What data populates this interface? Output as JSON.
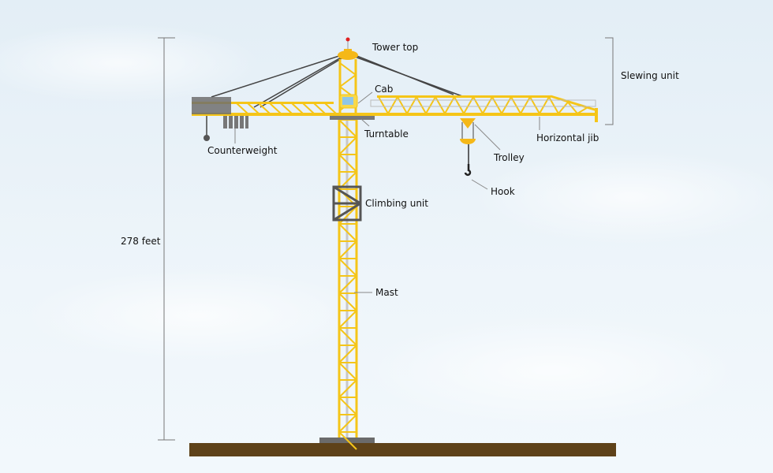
{
  "labels": {
    "tower_top": "Tower top",
    "cab": "Cab",
    "turntable": "Turntable",
    "counterweight": "Counterweight",
    "horizontal_jib": "Horizontal jib",
    "trolley": "Trolley",
    "hook": "Hook",
    "climbing_unit": "Climbing unit",
    "mast": "Mast",
    "slewing_unit": "Slewing unit",
    "height": "278 feet"
  },
  "colors": {
    "crane": "#f5c518",
    "crane_dark": "#e8a90c",
    "ground": "#5e4219",
    "cable": "#444444",
    "light": "#e02020"
  }
}
